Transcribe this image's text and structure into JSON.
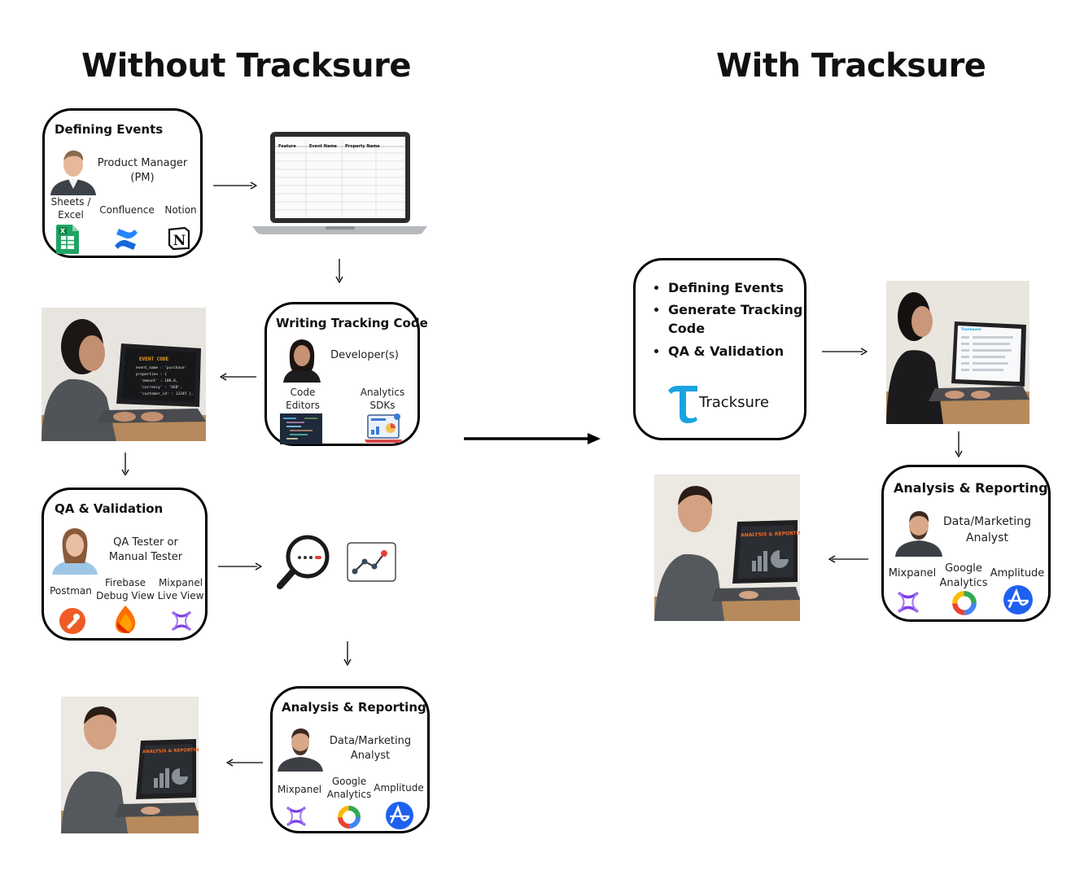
{
  "headings": {
    "without": "Without Tracksure",
    "with": "With Tracksure"
  },
  "defining": {
    "title": "Defining Events",
    "role": "Product Manager (PM)",
    "tools": [
      "Sheets / Excel",
      "Confluence",
      "Notion"
    ]
  },
  "spreadsheet": {
    "columns": [
      "Feature",
      "Event Name",
      "Property Name"
    ]
  },
  "writing": {
    "title": "Writing Tracking Code",
    "role": "Developer(s)",
    "tools": [
      "Code Editors",
      "Analytics SDKs"
    ]
  },
  "code_screen": {
    "heading": "EVENT CODE",
    "lines": [
      "event_name : 'purchase'",
      "properties : {",
      "  'amount' : 100.0,",
      "  'currency' : 'USD',",
      "  'customer_id' : 12345 },"
    ]
  },
  "qa": {
    "title": "QA & Validation",
    "role": "QA Tester or Manual Tester",
    "tools": [
      "Postman",
      "Firebase Debug View",
      "Mixpanel Live View"
    ]
  },
  "analysis_left": {
    "title": "Analysis & Reporting",
    "role": "Data/Marketing Analyst",
    "tools": [
      "Mixpanel",
      "Google Analytics",
      "Amplitude"
    ]
  },
  "analysis_screen": {
    "heading": "ANALYSIS & REPORTING"
  },
  "tracksure_card": {
    "bullets": [
      "Defining Events",
      "Generate Tracking Code",
      "QA & Validation"
    ],
    "brand": "Tracksure"
  },
  "tracksure_screen": {
    "brand": "Tracksure"
  },
  "analysis_right": {
    "title": "Analysis & Reporting",
    "role": "Data/Marketing Analyst",
    "tools": [
      "Mixpanel",
      "Google Analytics",
      "Amplitude"
    ]
  },
  "colors": {
    "accent": "#1aa3e0",
    "mixpanel": "#7b3fe4",
    "amplitude": "#1e61f0",
    "postman": "#ef5b25",
    "sheets": "#1fa463",
    "confluence": "#1868db"
  }
}
